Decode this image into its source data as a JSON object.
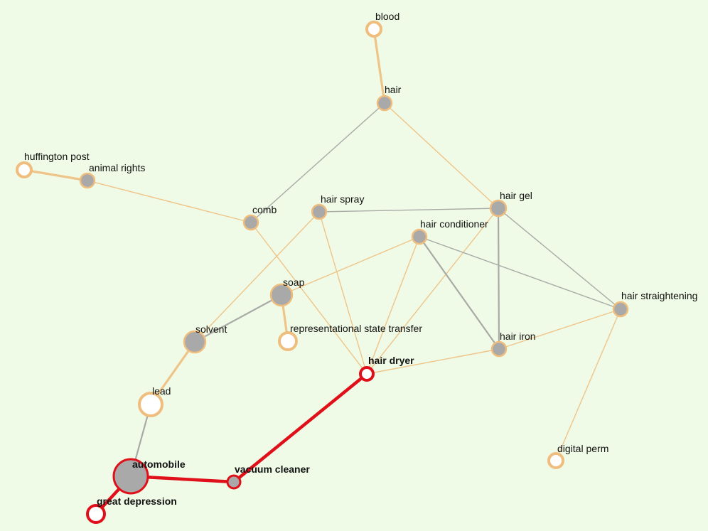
{
  "colors": {
    "background": "#effbe6",
    "edge_orange": "#efc489",
    "edge_grey": "#a8aaa6",
    "path_red": "#e0101a",
    "node_grey": "#a9a9a9",
    "node_ring_orange": "#efbd7d",
    "node_white": "#ffffff"
  },
  "graph": {
    "nodes": [
      {
        "id": "blood",
        "label": "blood",
        "fill": "white",
        "ring": "orange"
      },
      {
        "id": "hair",
        "label": "hair",
        "fill": "grey",
        "ring": "orange"
      },
      {
        "id": "huffington_post",
        "label": "huffington post",
        "fill": "white",
        "ring": "orange"
      },
      {
        "id": "animal_rights",
        "label": "animal rights",
        "fill": "grey",
        "ring": "orange"
      },
      {
        "id": "comb",
        "label": "comb",
        "fill": "grey",
        "ring": "orange"
      },
      {
        "id": "hair_spray",
        "label": "hair spray",
        "fill": "grey",
        "ring": "orange"
      },
      {
        "id": "hair_gel",
        "label": "hair gel",
        "fill": "grey",
        "ring": "orange"
      },
      {
        "id": "hair_conditioner",
        "label": "hair conditioner",
        "fill": "grey",
        "ring": "orange"
      },
      {
        "id": "soap",
        "label": "soap",
        "fill": "grey",
        "ring": "orange"
      },
      {
        "id": "hair_straightening",
        "label": "hair straightening",
        "fill": "grey",
        "ring": "orange"
      },
      {
        "id": "representational_state_transfer",
        "label": "representational state transfer",
        "fill": "white",
        "ring": "orange"
      },
      {
        "id": "solvent",
        "label": "solvent",
        "fill": "grey",
        "ring": "orange"
      },
      {
        "id": "hair_iron",
        "label": "hair iron",
        "fill": "grey",
        "ring": "orange"
      },
      {
        "id": "hair_dryer",
        "label": "hair dryer",
        "fill": "white",
        "ring": "red",
        "on_path": true
      },
      {
        "id": "lead",
        "label": "lead",
        "fill": "white",
        "ring": "orange"
      },
      {
        "id": "digital_perm",
        "label": "digital perm",
        "fill": "white",
        "ring": "orange"
      },
      {
        "id": "automobile",
        "label": "automobile",
        "fill": "grey",
        "ring": "red",
        "on_path": true
      },
      {
        "id": "vacuum_cleaner",
        "label": "vacuum cleaner",
        "fill": "grey",
        "ring": "red",
        "on_path": true
      },
      {
        "id": "great_depression",
        "label": "great depression",
        "fill": "white",
        "ring": "red",
        "on_path": true
      }
    ],
    "edges": [
      {
        "source": "blood",
        "target": "hair",
        "color": "orange",
        "weight": "heavy"
      },
      {
        "source": "hair",
        "target": "comb",
        "color": "grey",
        "weight": "light"
      },
      {
        "source": "hair",
        "target": "hair_gel",
        "color": "orange",
        "weight": "light"
      },
      {
        "source": "huffington_post",
        "target": "animal_rights",
        "color": "orange",
        "weight": "heavy"
      },
      {
        "source": "animal_rights",
        "target": "comb",
        "color": "orange",
        "weight": "light"
      },
      {
        "source": "comb",
        "target": "hair_dryer",
        "color": "orange",
        "weight": "light"
      },
      {
        "source": "hair_spray",
        "target": "hair_gel",
        "color": "grey",
        "weight": "light"
      },
      {
        "source": "hair_spray",
        "target": "solvent",
        "color": "orange",
        "weight": "light"
      },
      {
        "source": "hair_spray",
        "target": "hair_dryer",
        "color": "orange",
        "weight": "light"
      },
      {
        "source": "hair_gel",
        "target": "hair_iron",
        "color": "grey",
        "weight": "medium"
      },
      {
        "source": "hair_gel",
        "target": "hair_straightening",
        "color": "grey",
        "weight": "light"
      },
      {
        "source": "hair_gel",
        "target": "hair_dryer",
        "color": "orange",
        "weight": "light"
      },
      {
        "source": "hair_conditioner",
        "target": "soap",
        "color": "orange",
        "weight": "light"
      },
      {
        "source": "hair_conditioner",
        "target": "hair_iron",
        "color": "grey",
        "weight": "medium"
      },
      {
        "source": "hair_conditioner",
        "target": "hair_straightening",
        "color": "grey",
        "weight": "light"
      },
      {
        "source": "hair_conditioner",
        "target": "hair_dryer",
        "color": "orange",
        "weight": "light"
      },
      {
        "source": "soap",
        "target": "solvent",
        "color": "grey",
        "weight": "medium"
      },
      {
        "source": "soap",
        "target": "representational_state_transfer",
        "color": "orange",
        "weight": "heavy"
      },
      {
        "source": "hair_straightening",
        "target": "hair_iron",
        "color": "orange",
        "weight": "light"
      },
      {
        "source": "hair_straightening",
        "target": "digital_perm",
        "color": "orange",
        "weight": "light"
      },
      {
        "source": "hair_iron",
        "target": "hair_dryer",
        "color": "orange",
        "weight": "light"
      },
      {
        "source": "solvent",
        "target": "lead",
        "color": "orange",
        "weight": "heavy"
      },
      {
        "source": "lead",
        "target": "automobile",
        "color": "grey",
        "weight": "medium"
      },
      {
        "source": "automobile",
        "target": "vacuum_cleaner",
        "color": "red",
        "weight": "path"
      },
      {
        "source": "vacuum_cleaner",
        "target": "hair_dryer",
        "color": "red",
        "weight": "path"
      },
      {
        "source": "automobile",
        "target": "great_depression",
        "color": "red",
        "weight": "path"
      }
    ]
  }
}
